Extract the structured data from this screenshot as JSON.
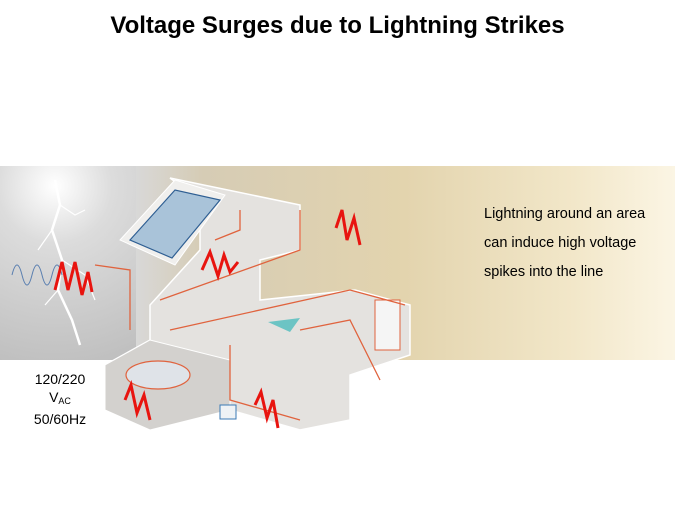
{
  "title": "Voltage Surges due to Lightning Strikes",
  "description": "Lightning around an area can induce high voltage spikes into the line",
  "supply": {
    "voltage": "120/220",
    "unit_main": "V",
    "unit_sub": "AC",
    "frequency": "50/60Hz"
  },
  "colors": {
    "spike": "#e8140f",
    "wiring": "#e0633e",
    "solar_panel": "#a9c3d9",
    "sine": "#5a7fb0"
  }
}
